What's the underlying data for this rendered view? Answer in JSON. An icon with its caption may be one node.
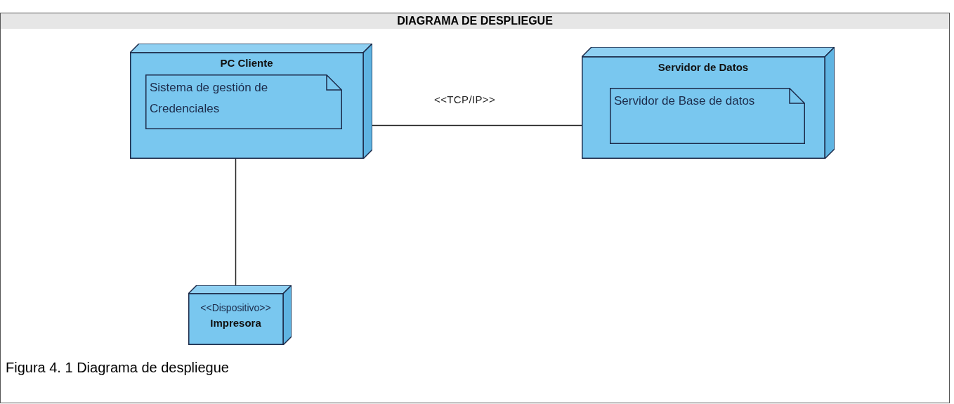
{
  "diagram": {
    "title": "DIAGRAMA DE DESPLIEGUE",
    "caption": "Figura 4. 1 Diagrama de despliegue",
    "nodes": [
      {
        "text": [
          "PC Cliente"
        ]
      },
      {
        "text": [
          "Sistema de gestión de Credenciales"
        ],
        "in": 0
      },
      {
        "text": [
          "Servidor de Datos"
        ]
      },
      {
        "text": [
          "Servidor de Base de datos"
        ],
        "in": 2
      },
      {
        "text": [
          "<<Dispositivo>>",
          "Impresora"
        ]
      }
    ],
    "edges": [
      {
        "from": 0,
        "to": 2,
        "arrow": "none",
        "label": "<<TCP/IP>>"
      },
      {
        "from": 0,
        "to": 4,
        "arrow": "none"
      }
    ]
  }
}
